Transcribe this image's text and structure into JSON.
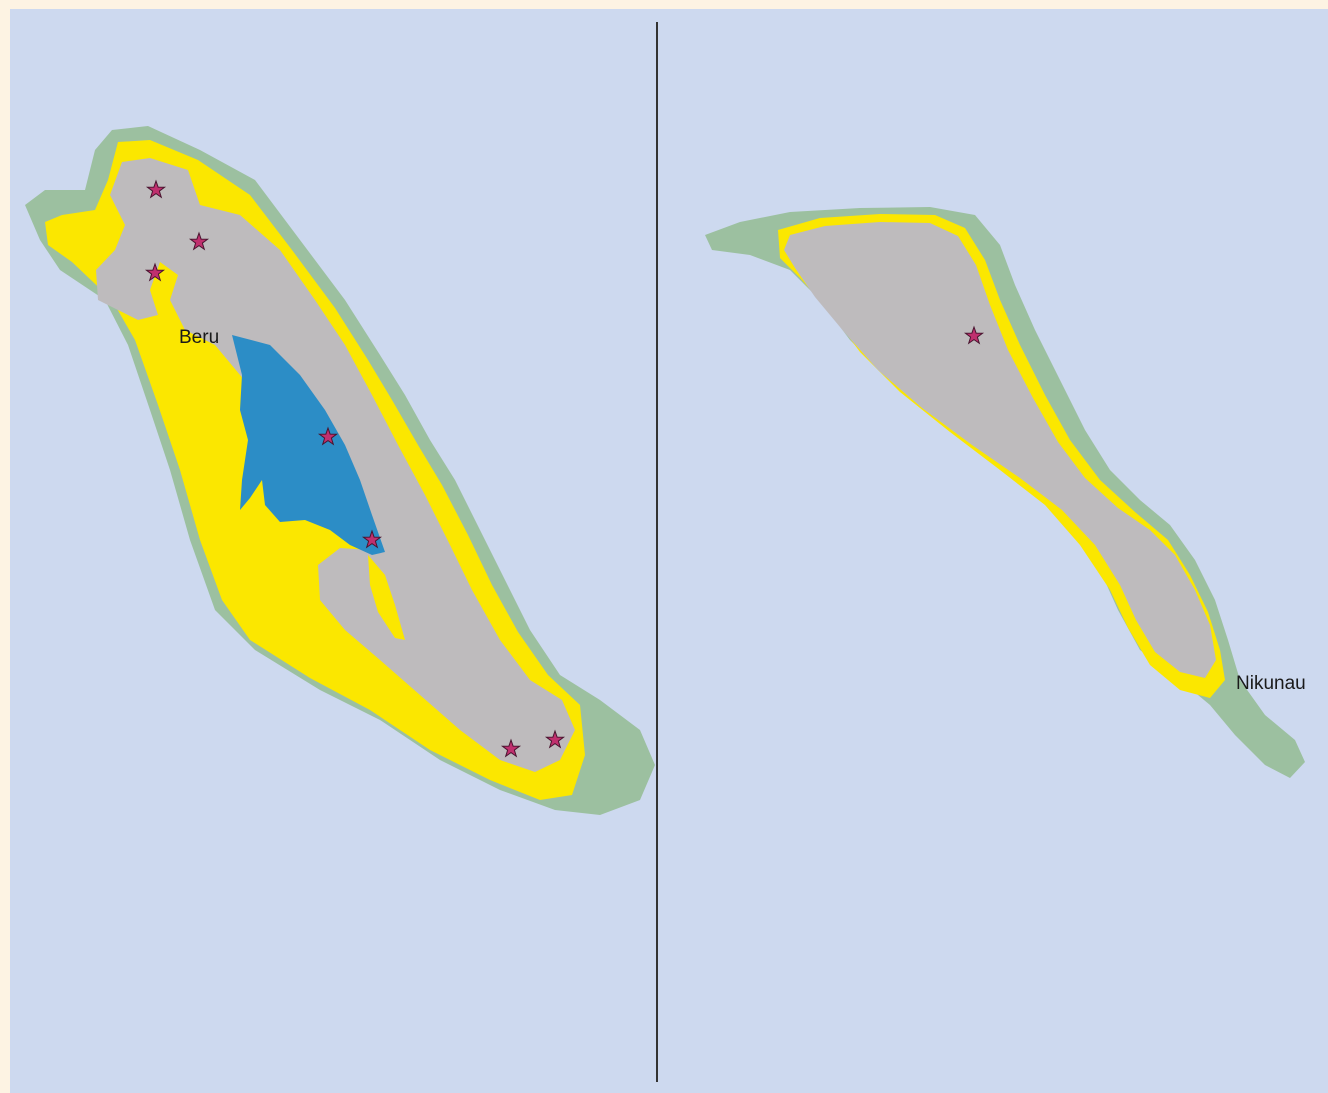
{
  "colors": {
    "background": "#fdf3e3",
    "sea": "#cdd9ef",
    "reef": "#9cc0a0",
    "sand": "#fbe700",
    "land": "#bebbbd",
    "lagoon": "#2c8dc6",
    "star": "#c0306e",
    "divider": "#333333"
  },
  "icons": [
    "star-marker-icon"
  ],
  "left_panel": {
    "label": "Beru",
    "star_count": 7
  },
  "right_panel": {
    "label": "Nikunau",
    "star_count": 1
  }
}
